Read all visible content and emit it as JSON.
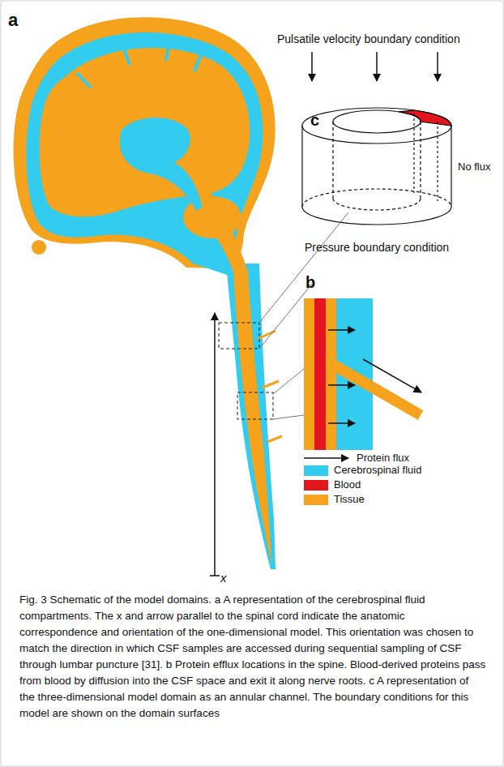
{
  "diagram": {
    "caption": "Fig. 3 Schematic of the model domains. a A representation of the cerebrospinal fluid compartments. The x and arrow parallel to the spinal cord indicate the anatomic correspondence and orientation of the one-dimensional model. This orientation was chosen to match the direction in which CSF samples are accessed during sequential sampling of CSF through lumbar puncture [31]. b Protein efflux locations in the spine. Blood-derived proteins pass from blood by diffusion into the CSF space and exit it along nerve roots. c A representation of the three-dimensional model domain as an annular channel. The boundary conditions for this model are shown on the domain surfaces",
    "labels": [
      "a",
      "Pulsatile velocity boundary condition",
      "c",
      "No flux",
      "Pressure boundary condition",
      "b",
      "x"
    ],
    "legend": [
      {
        "text": "Protein flux"
      },
      {
        "text": "Cerebrospinal fluid",
        "color": "#33ccee"
      },
      {
        "text": "Blood",
        "color": "#e3151f"
      },
      {
        "text": "Tissue",
        "color": "#f5a21c"
      }
    ]
  }
}
